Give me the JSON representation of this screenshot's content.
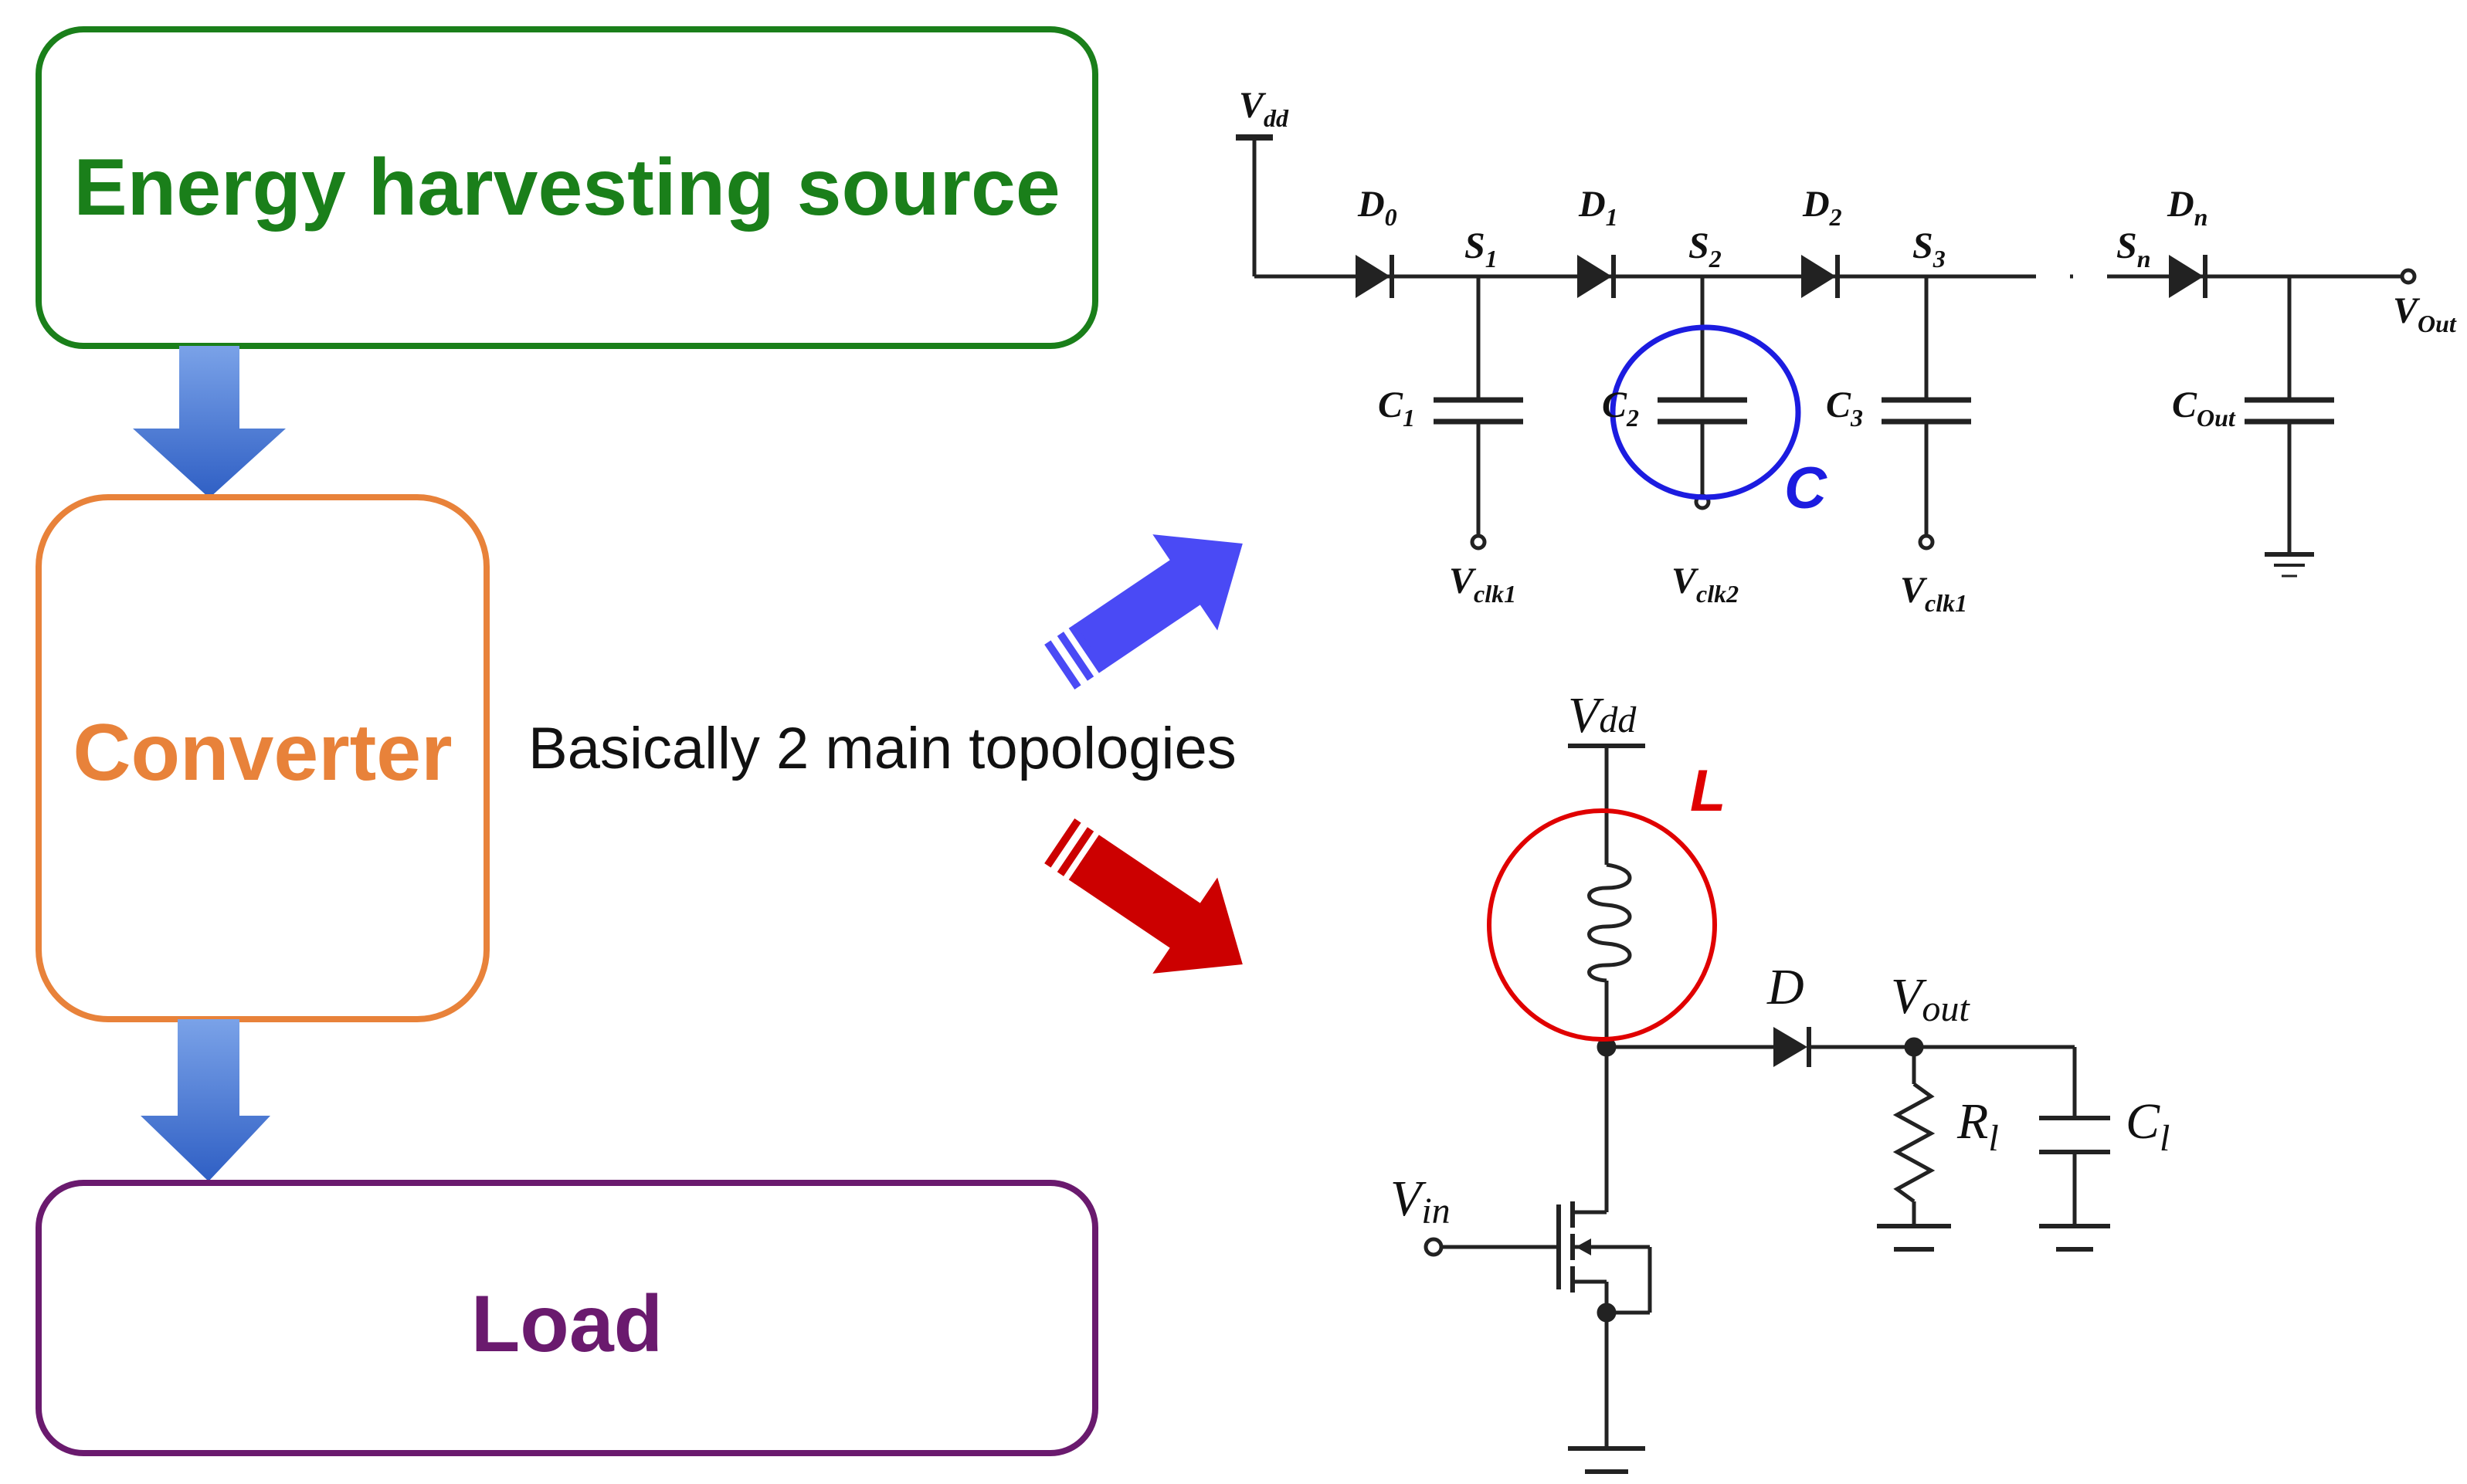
{
  "colors": {
    "source": "#1a7f1a",
    "converter": "#e8823a",
    "load": "#6a1a6e",
    "flow_arrow": "#3f6fd0",
    "blue_arrow": "#4a4af5",
    "red_arrow": "#cc0000",
    "highlight_blue": "#1c1ce0",
    "highlight_red": "#e00000"
  },
  "blocks": {
    "source": "Energy harvesting source",
    "converter": "Converter",
    "load": "Load"
  },
  "caption": "Basically 2 main topologies",
  "charge_pump": {
    "vdd": {
      "main": "V",
      "sub": "dd"
    },
    "diodes": [
      {
        "main": "D",
        "sub": "0"
      },
      {
        "main": "D",
        "sub": "1"
      },
      {
        "main": "D",
        "sub": "2"
      },
      {
        "main": "D",
        "sub": "n"
      }
    ],
    "nodes": [
      {
        "main": "S",
        "sub": "1"
      },
      {
        "main": "S",
        "sub": "2"
      },
      {
        "main": "S",
        "sub": "3"
      },
      {
        "main": "S",
        "sub": "n"
      }
    ],
    "caps": [
      {
        "main": "C",
        "sub": "1"
      },
      {
        "main": "C",
        "sub": "2"
      },
      {
        "main": "C",
        "sub": "3"
      },
      {
        "main": "C",
        "sub": "Out"
      }
    ],
    "clocks": [
      {
        "main": "V",
        "sub": "clk1"
      },
      {
        "main": "V",
        "sub": "clk2"
      },
      {
        "main": "V",
        "sub": "clk1"
      }
    ],
    "vout": {
      "main": "V",
      "sub": "Out"
    },
    "highlight": "C"
  },
  "boost": {
    "vdd": {
      "main": "V",
      "sub": "dd"
    },
    "highlight": "L",
    "diode": "D",
    "vout": {
      "main": "V",
      "sub": "out"
    },
    "resistor": {
      "main": "R",
      "sub": "l"
    },
    "cap": {
      "main": "C",
      "sub": "l"
    },
    "vin": {
      "main": "V",
      "sub": "in"
    }
  }
}
